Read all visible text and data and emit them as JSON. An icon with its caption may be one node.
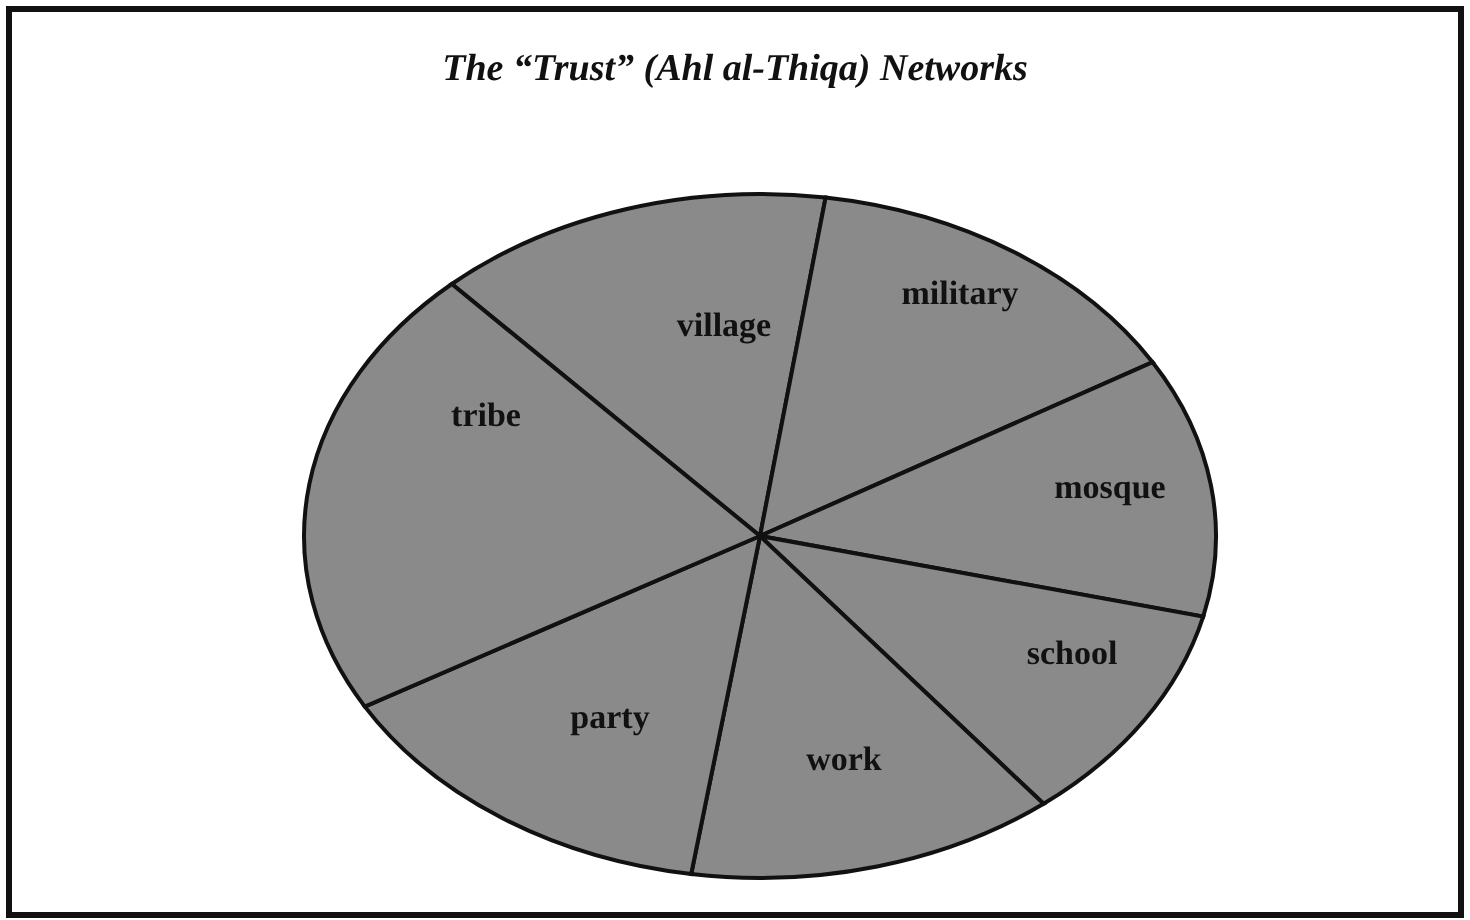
{
  "diagram": {
    "title": "The “Trust” (Ahl al-Thiqa) Networks",
    "nodes": [
      {
        "text": [
          "village"
        ]
      },
      {
        "text": [
          "military"
        ]
      },
      {
        "text": [
          "mosque"
        ]
      },
      {
        "text": [
          "school"
        ]
      },
      {
        "text": [
          "work"
        ]
      },
      {
        "text": [
          "party"
        ]
      },
      {
        "text": [
          "tribe"
        ]
      }
    ]
  }
}
